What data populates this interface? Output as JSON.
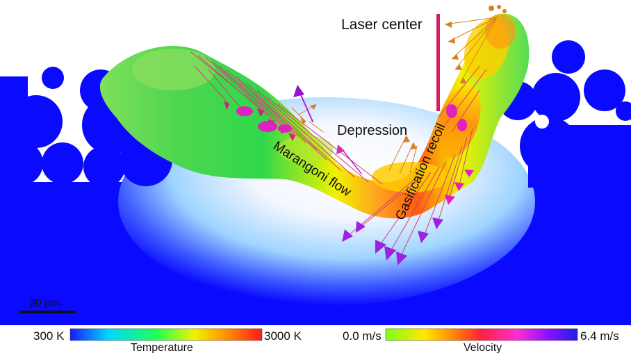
{
  "annotations": {
    "laser_center": "Laser center",
    "depression": "Depression",
    "marangoni_flow": "Marangoni flow",
    "gasification_recoil": "Gasification recoil"
  },
  "scale_bar": {
    "label": "20 μm"
  },
  "temperature_legend": {
    "min_label": "300 K",
    "max_label": "3000 K",
    "title": "Temperature",
    "colors": [
      "#1a1aff",
      "#00d8ff",
      "#22ff55",
      "#f2f200",
      "#ff7a00",
      "#ff1a1a"
    ]
  },
  "velocity_legend": {
    "min_label": "0.0 m/s",
    "max_label": "6.4 m/s",
    "title": "Velocity",
    "colors": [
      "#7cff1a",
      "#ffe800",
      "#ff8a00",
      "#ff2040",
      "#ff30d0",
      "#8a10ff",
      "#2020e0"
    ]
  },
  "colors": {
    "substrate": "#0a0aff",
    "laser_marker": "#d81b5e",
    "arrow_magenta": "#b81adf",
    "arrow_orange": "#d88020"
  }
}
